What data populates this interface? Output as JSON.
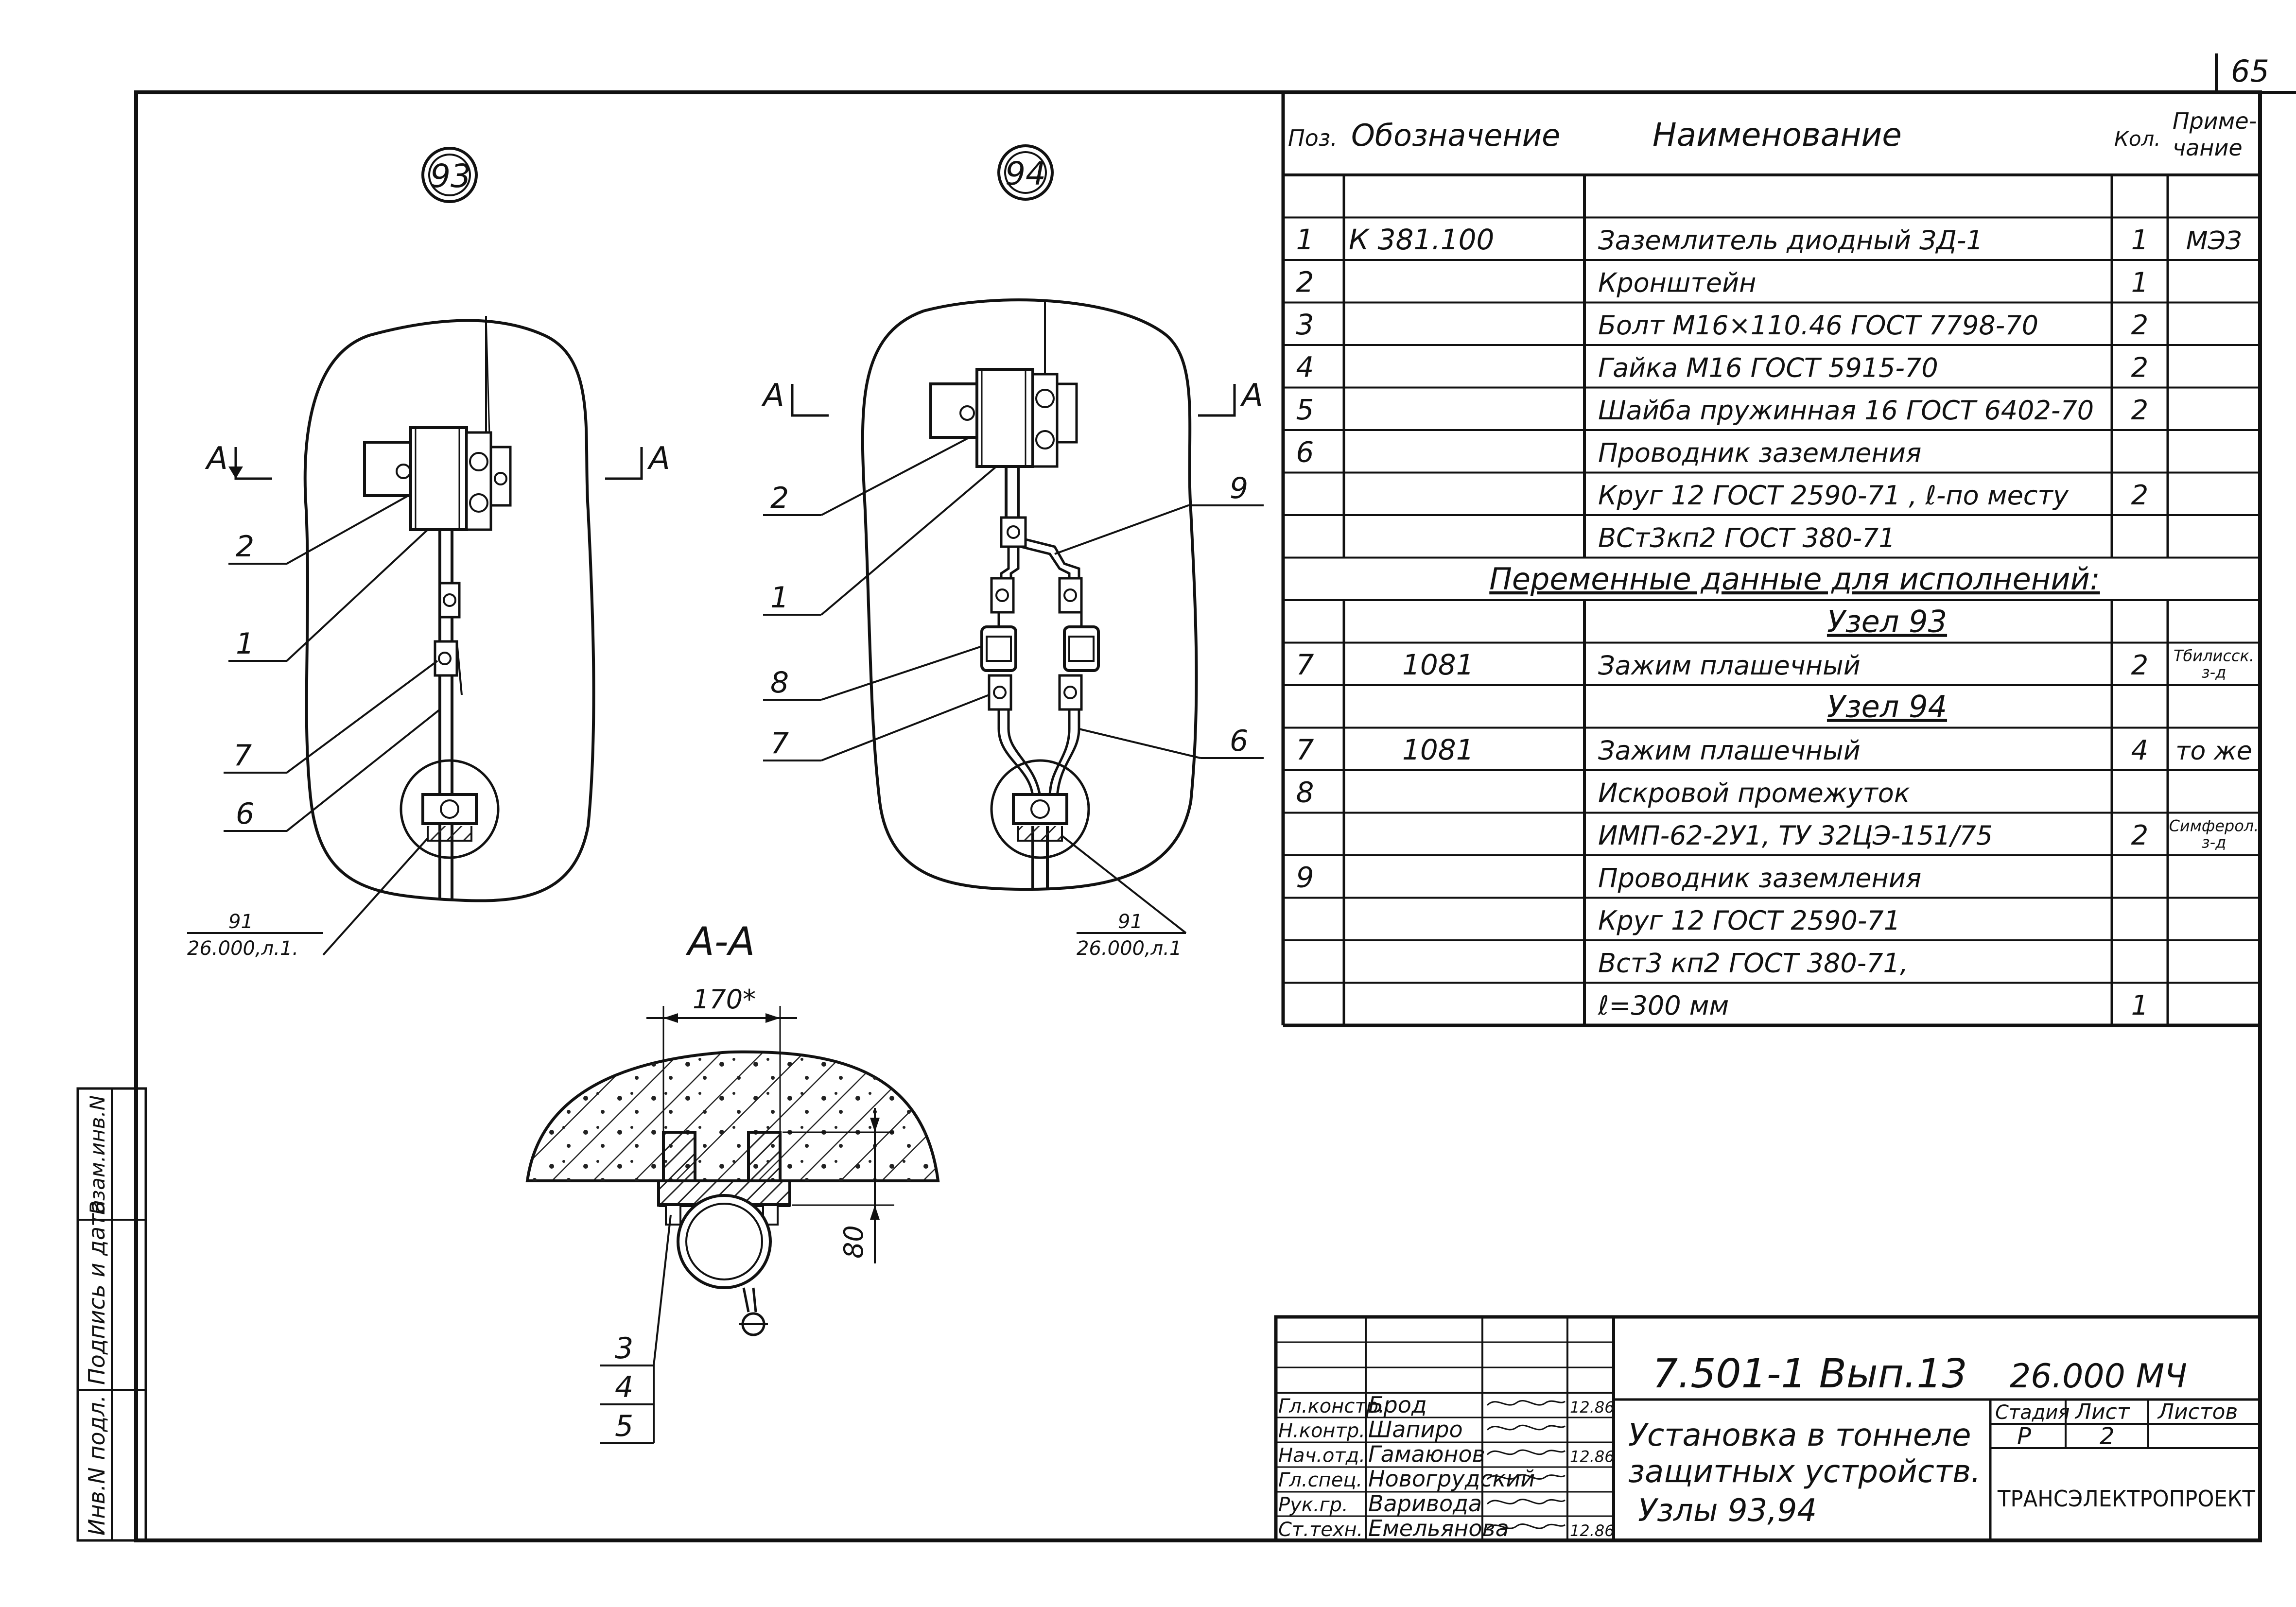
{
  "sheet_number": "65",
  "spec_table": {
    "headers": {
      "pos": "Поз.",
      "designation": "Обозначение",
      "name": "Наименование",
      "qty": "Кол.",
      "note_line1": "Приме-",
      "note_line2": "чание"
    },
    "rows": [
      {
        "pos": "",
        "designation": "",
        "name": "",
        "qty": "",
        "note": ""
      },
      {
        "pos": "1",
        "designation": "К 381.100",
        "name": "Заземлитель диодный ЗД-1",
        "qty": "1",
        "note": "МЭЗ"
      },
      {
        "pos": "2",
        "designation": "",
        "name": "Кронштейн",
        "qty": "1",
        "note": ""
      },
      {
        "pos": "3",
        "designation": "",
        "name": "Болт М16×110.46 ГОСТ 7798-70",
        "qty": "2",
        "note": ""
      },
      {
        "pos": "4",
        "designation": "",
        "name": "Гайка М16 ГОСТ 5915-70",
        "qty": "2",
        "note": ""
      },
      {
        "pos": "5",
        "designation": "",
        "name": "Шайба пружинная 16 ГОСТ 6402-70",
        "qty": "2",
        "note": ""
      },
      {
        "pos": "6",
        "designation": "",
        "name": "Проводник заземления",
        "qty": "",
        "note": ""
      },
      {
        "pos": "",
        "designation": "",
        "name": "Круг 12 ГОСТ 2590-71 , ℓ-по месту",
        "qty": "2",
        "note": ""
      },
      {
        "pos": "",
        "designation": "",
        "name": "ВСт3кп2 ГОСТ 380-71",
        "qty": "",
        "note": ""
      },
      {
        "pos": "",
        "designation": "",
        "name": "Переменные данные для исполнений:",
        "qty": "",
        "note": "",
        "span": true,
        "underline": true
      },
      {
        "pos": "",
        "designation": "",
        "name": "Узел 93",
        "qty": "",
        "note": "",
        "underline": true,
        "center": true
      },
      {
        "pos": "7",
        "designation": "1081",
        "name": "Зажим плашечный",
        "qty": "2",
        "note": "Тбилисск. з-д"
      },
      {
        "pos": "",
        "designation": "",
        "name": "Узел 94",
        "qty": "",
        "note": "",
        "underline": true,
        "center": true
      },
      {
        "pos": "7",
        "designation": "1081",
        "name": "Зажим плашечный",
        "qty": "4",
        "note": "то же"
      },
      {
        "pos": "8",
        "designation": "",
        "name": "Искровой промежуток",
        "qty": "",
        "note": ""
      },
      {
        "pos": "",
        "designation": "",
        "name": "ИМП-62-2У1, ТУ 32ЦЭ-151/75",
        "qty": "2",
        "note": "Симферол. з-д"
      },
      {
        "pos": "9",
        "designation": "",
        "name": "Проводник заземления",
        "qty": "",
        "note": ""
      },
      {
        "pos": "",
        "designation": "",
        "name": "Круг 12 ГОСТ 2590-71",
        "qty": "",
        "note": ""
      },
      {
        "pos": "",
        "designation": "",
        "name": "Вст3 кп2 ГОСТ 380-71,",
        "qty": "",
        "note": ""
      },
      {
        "pos": "",
        "designation": "",
        "name": "ℓ=300 мм",
        "qty": "1",
        "note": ""
      }
    ]
  },
  "node_93": {
    "label": "93",
    "section_left": "А",
    "section_right": "А",
    "callouts": [
      "2",
      "1",
      "7",
      "6"
    ],
    "ref_top": "91",
    "ref_bottom": "26.000,л.1."
  },
  "node_94": {
    "label": "94",
    "section_left": "А",
    "section_right": "А",
    "callouts_left": [
      "2",
      "1",
      "8",
      "7"
    ],
    "callouts_right": [
      "9",
      "6"
    ],
    "ref_top": "91",
    "ref_bottom": "26.000,л.1"
  },
  "section_view": {
    "title": "А-А",
    "dim_width": "170*",
    "dim_height": "80",
    "callouts": [
      "3",
      "4",
      "5"
    ]
  },
  "side_stamp": {
    "labels": [
      "Инв.N подл.",
      "Подпись и дата",
      "Взам.инв.N"
    ]
  },
  "title_block": {
    "code": "7.501-1 Вып.13",
    "doc": "26.000 МЧ",
    "roles": [
      {
        "role": "Гл.констр.",
        "name": "Брод",
        "date": "12.86"
      },
      {
        "role": "Н.контр.",
        "name": "Шапиро",
        "date": ""
      },
      {
        "role": "Нач.отд.",
        "name": "Гамаюнов",
        "date": "12.86"
      },
      {
        "role": "Гл.спец.",
        "name": "Новогрудский",
        "date": ""
      },
      {
        "role": "Рук.гр.",
        "name": "Варивода",
        "date": ""
      },
      {
        "role": "Ст.техн.",
        "name": "Емельянова",
        "date": "12.86"
      }
    ],
    "title_line1": "Установка в тоннеле",
    "title_line2": "защитных устройств.",
    "title_line3": "Узлы 93,94",
    "stage_header": "Стадия",
    "sheet_header": "Лист",
    "sheets_header": "Листов",
    "stage": "Р",
    "sheet": "2",
    "sheets": "",
    "organization": "ТРАНСЭЛЕКТРОПРОЕКТ"
  }
}
